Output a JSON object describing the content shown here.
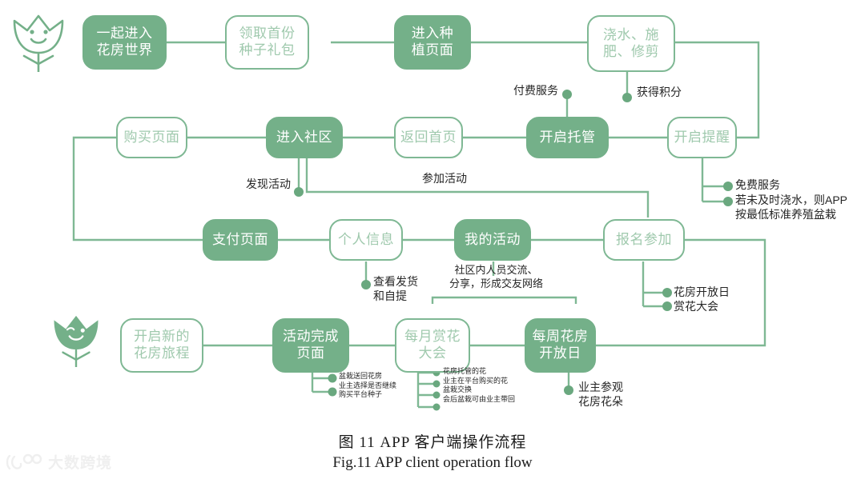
{
  "figure": {
    "caption_cn": "图 11    APP 客户端操作流程",
    "caption_en": "Fig.11 APP client operation flow"
  },
  "watermark": {
    "text": "大数跨境"
  },
  "colors": {
    "node_fill_green": "#74b089",
    "node_outline_green": "#7fb894",
    "outline_text_green": "#9fc9ad",
    "connector_green": "#7fb894",
    "annotation_text": "#262626"
  },
  "nodes": [
    {
      "id": "n1",
      "label": "一起进入\n花房世界",
      "style": "filled"
    },
    {
      "id": "n2",
      "label": "领取首份\n种子礼包",
      "style": "outline"
    },
    {
      "id": "n3",
      "label": "进入种\n植页面",
      "style": "filled"
    },
    {
      "id": "n4",
      "label": "浇水、施\n肥、修剪",
      "style": "outline"
    },
    {
      "id": "n5",
      "label": "购买页面",
      "style": "outline"
    },
    {
      "id": "n6",
      "label": "进入社区",
      "style": "filled"
    },
    {
      "id": "n7",
      "label": "返回首页",
      "style": "outline"
    },
    {
      "id": "n8",
      "label": "开启托管",
      "style": "filled"
    },
    {
      "id": "n9",
      "label": "开启提醒",
      "style": "outline"
    },
    {
      "id": "n10",
      "label": "支付页面",
      "style": "filled"
    },
    {
      "id": "n11",
      "label": "个人信息",
      "style": "outline"
    },
    {
      "id": "n12",
      "label": "我的活动",
      "style": "filled"
    },
    {
      "id": "n13",
      "label": "报名参加",
      "style": "outline"
    },
    {
      "id": "n14",
      "label": "开启新的\n花房旅程",
      "style": "outline"
    },
    {
      "id": "n15",
      "label": "活动完成\n页面",
      "style": "filled"
    },
    {
      "id": "n16",
      "label": "每月赏花\n大会",
      "style": "outline"
    },
    {
      "id": "n17",
      "label": "每周花房\n开放日",
      "style": "filled"
    }
  ],
  "annotations": {
    "paid_service": "付费服务",
    "earn_points": "获得积分",
    "free_service": "免费服务",
    "late_watering": "若未及时浇水，则APP\n按最低标准养殖盆栽",
    "discover_activity": "发现活动",
    "join_activity": "参加活动",
    "check_delivery": "查看发货\n和自提",
    "community_network": "社区内人员交流、\n分享，形成交友网络",
    "flower_open_day": "花房开放日",
    "flower_fair": "赏花大会",
    "owner_visit": "业主参观\n花房花朵",
    "activity_done_items": "盆栽送回花房\n业主选择是否继续\n购买平台种子",
    "monthly_fair_items": "花房托管的花\n业主在平台购买的花\n盆栽交换\n会后盆栽可由业主带回"
  }
}
